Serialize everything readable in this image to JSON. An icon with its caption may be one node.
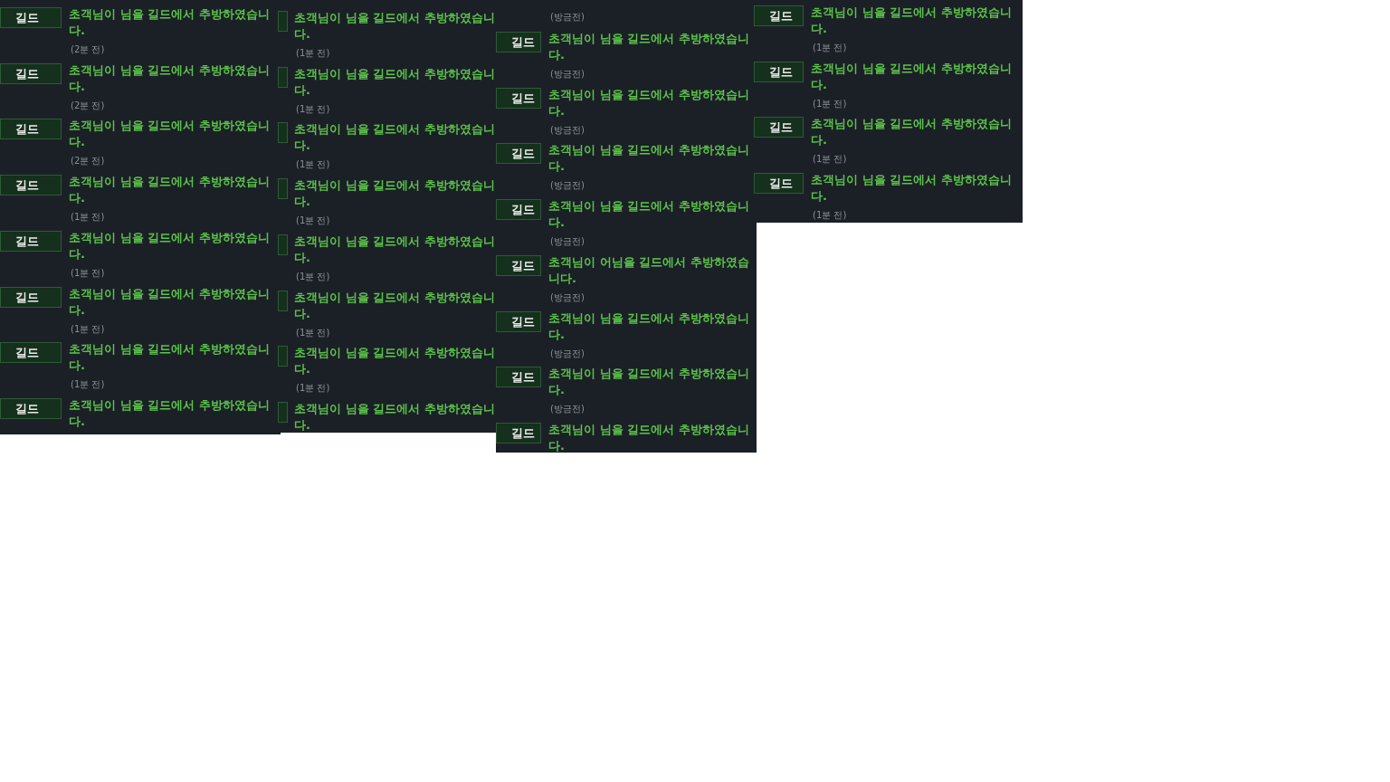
{
  "diagram": {
    "nodes": [
      {
        "text": [
          "길드"
        ],
        "beside": [
          "초객님이 님을 길드에서 추방하였습니다.",
          "(2분 전)"
        ]
      },
      {
        "text": [
          "길드"
        ],
        "beside": [
          "초객님이 님을 길드에서 추방하였습니다.",
          "(2분 전)"
        ]
      },
      {
        "text": [
          "길드"
        ],
        "beside": [
          "초객님이 님을 길드에서 추방하였습니다.",
          "(2분 전)"
        ]
      },
      {
        "text": [
          "길드"
        ],
        "beside": [
          "초객님이 님을 길드에서 추방하였습니다.",
          "(1분 전)"
        ]
      },
      {
        "text": [
          "길드"
        ],
        "beside": [
          "초객님이 님을 길드에서 추방하였습니다.",
          "(1분 전)"
        ]
      },
      {
        "text": [
          "길드"
        ],
        "beside": [
          "초객님이 님을 길드에서 추방하였습니다.",
          "(1분 전)"
        ]
      },
      {
        "text": [
          "길드"
        ],
        "beside": [
          "초객님이 님을 길드에서 추방하였습니다.",
          "(1분 전)"
        ]
      },
      {
        "text": [
          "길드"
        ],
        "beside": [
          "초객님이 님을 길드에서 추방하였습니다."
        ]
      },
      {
        "text": [],
        "shape": "box",
        "beside": [
          "초객님이 님을 길드에서 추방하였습니다.",
          "(1분 전)"
        ]
      },
      {
        "text": [],
        "shape": "box",
        "beside": [
          "초객님이 님을 길드에서 추방하였습니다.",
          "(1분 전)"
        ]
      },
      {
        "text": [],
        "shape": "box",
        "beside": [
          "초객님이 님을 길드에서 추방하였습니다.",
          "(1분 전)"
        ]
      },
      {
        "text": [],
        "shape": "box",
        "beside": [
          "초객님이 님을 길드에서 추방하였습니다.",
          "(1분 전)"
        ]
      },
      {
        "text": [],
        "shape": "box",
        "beside": [
          "초객님이 님을 길드에서 추방하였습니다.",
          "(1분 전)"
        ]
      },
      {
        "text": [],
        "shape": "box",
        "beside": [
          "초객님이 님을 길드에서 추방하였습니다.",
          "(1분 전)"
        ]
      },
      {
        "text": [],
        "shape": "box",
        "beside": [
          "초객님이 님을 길드에서 추방하였습니다.",
          "(1분 전)"
        ]
      },
      {
        "text": [],
        "shape": "box",
        "beside": [
          "초객님이 님을 길드에서 추방하였습니다."
        ]
      },
      {
        "text": [
          "길드"
        ],
        "beside": [
          "초객님이 님을 길드에서 추방하였습니다.",
          "(방금전)"
        ]
      },
      {
        "text": [
          "길드"
        ],
        "beside": [
          "초객님이 님을 길드에서 추방하였습니다.",
          "(방금전)"
        ]
      },
      {
        "text": [
          "길드"
        ],
        "beside": [
          "초객님이 님을 길드에서 추방하였습니다.",
          "(방금전)"
        ]
      },
      {
        "text": [
          "길드"
        ],
        "beside": [
          "초객님이 님을 길드에서 추방하였습니다.",
          "(방금전)"
        ]
      },
      {
        "text": [
          "길드"
        ],
        "beside": [
          "초객님이 어님을 길드에서 추방하였습니다.",
          "(방금전)"
        ]
      },
      {
        "text": [
          "길드"
        ],
        "beside": [
          "초객님이 님을 길드에서 추방하였습니다.",
          "(방금전)"
        ]
      },
      {
        "text": [
          "길드"
        ],
        "beside": [
          "초객님이 님을 길드에서 추방하였습니다.",
          "(방금전)"
        ]
      },
      {
        "text": [
          "길드"
        ],
        "beside": [
          "초객님이 님을 길드에서 추방하였습니다."
        ]
      },
      {
        "text": [
          "길드"
        ],
        "beside": [
          "초객님이 님을 길드에서 추방하였습니다.",
          "(1분 전)"
        ]
      },
      {
        "text": [
          "길드"
        ],
        "beside": [
          "초객님이 님을 길드에서 추방하였습니다.",
          "(1분 전)"
        ]
      },
      {
        "text": [
          "길드"
        ],
        "beside": [
          "초객님이 님을 길드에서 추방하였습니다.",
          "(1분 전)"
        ]
      },
      {
        "text": [
          "길드"
        ],
        "beside": [
          "초객님이 님을 길드에서 추방하였습니다.",
          "(1분 전)"
        ]
      }
    ],
    "labels": [
      "(방금전)"
    ]
  }
}
